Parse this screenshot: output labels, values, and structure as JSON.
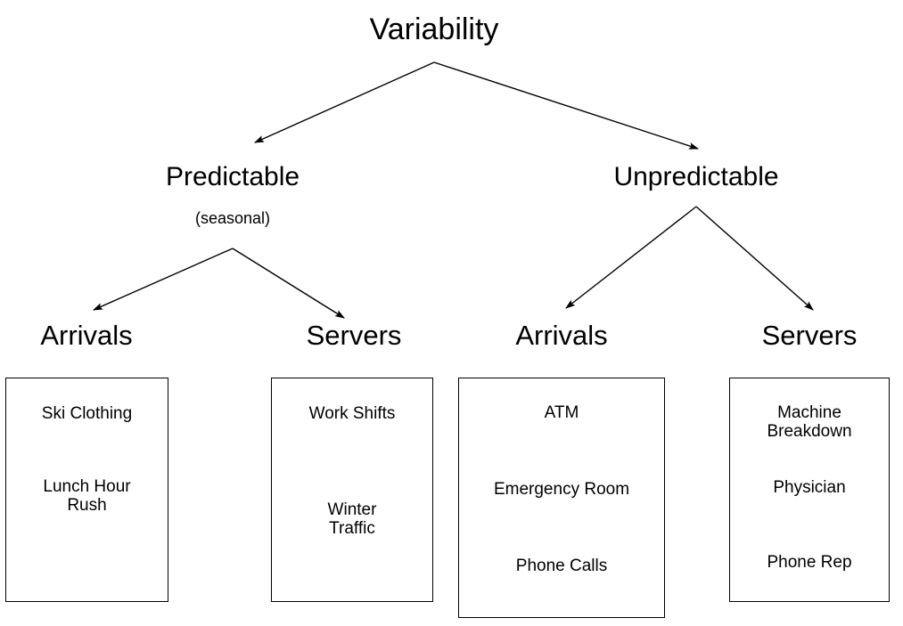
{
  "diagram": {
    "title": "Variability",
    "type": "tree-diagram",
    "root": {
      "label": "Variability"
    },
    "branches": [
      {
        "label": "Predictable",
        "sublabel": "(seasonal)",
        "children": [
          {
            "label": "Arrivals",
            "items": [
              "Ski Clothing",
              "Lunch Hour\nRush"
            ]
          },
          {
            "label": "Servers",
            "items": [
              "Work Shifts",
              "Winter\nTraffic"
            ]
          }
        ]
      },
      {
        "label": "Unpredictable",
        "sublabel": "",
        "children": [
          {
            "label": "Arrivals",
            "items": [
              "ATM",
              "Emergency Room",
              "Phone Calls"
            ]
          },
          {
            "label": "Servers",
            "items": [
              "Machine\nBreakdown",
              "Physician",
              "Phone Rep"
            ]
          }
        ]
      }
    ],
    "colors": {
      "line": "#000000",
      "text": "#000000",
      "background": "#ffffff"
    }
  }
}
